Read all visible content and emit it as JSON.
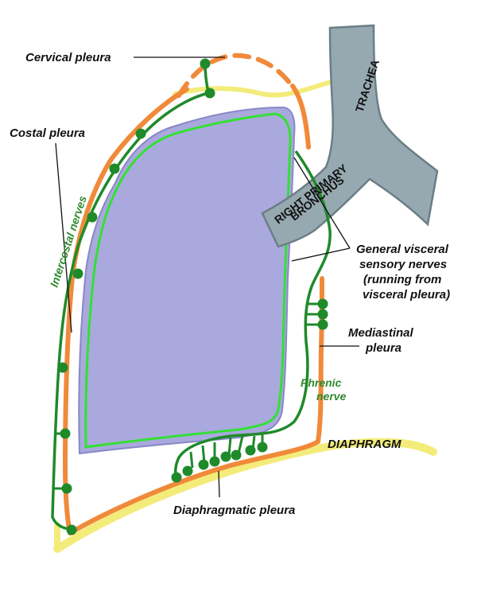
{
  "labels": {
    "cervical_pleura": "Cervical pleura",
    "costal_pleura": "Costal pleura",
    "intercostal_nerves": "Intercostal nerves",
    "trachea": "TRACHEA",
    "right_primary_bronchus_line1": "RIGHT PRIMARY",
    "right_primary_bronchus_line2": "BRONCHUS",
    "general_visceral_line1": "General visceral",
    "general_visceral_line2": "sensory nerves",
    "general_visceral_line3": "(running from",
    "general_visceral_line4": "visceral pleura)",
    "mediastinal_line1": "Mediastinal",
    "mediastinal_line2": "pleura",
    "phrenic_line1": "Phrenic",
    "phrenic_line2": "nerve",
    "diaphragm": "DIAPHRAGM",
    "diaphragmatic_pleura": "Diaphragmatic pleura"
  },
  "colors": {
    "lung": "#a9a9dd",
    "lung_outline": "#7c7cc4",
    "visceral_pleura": "#33e033",
    "parietal_pleura": "#f08a3a",
    "nerve": "#1f8a2a",
    "diaphragm": "#f3ec7a",
    "airway": "#96a8b0",
    "airway_outline": "#6b7e86"
  }
}
